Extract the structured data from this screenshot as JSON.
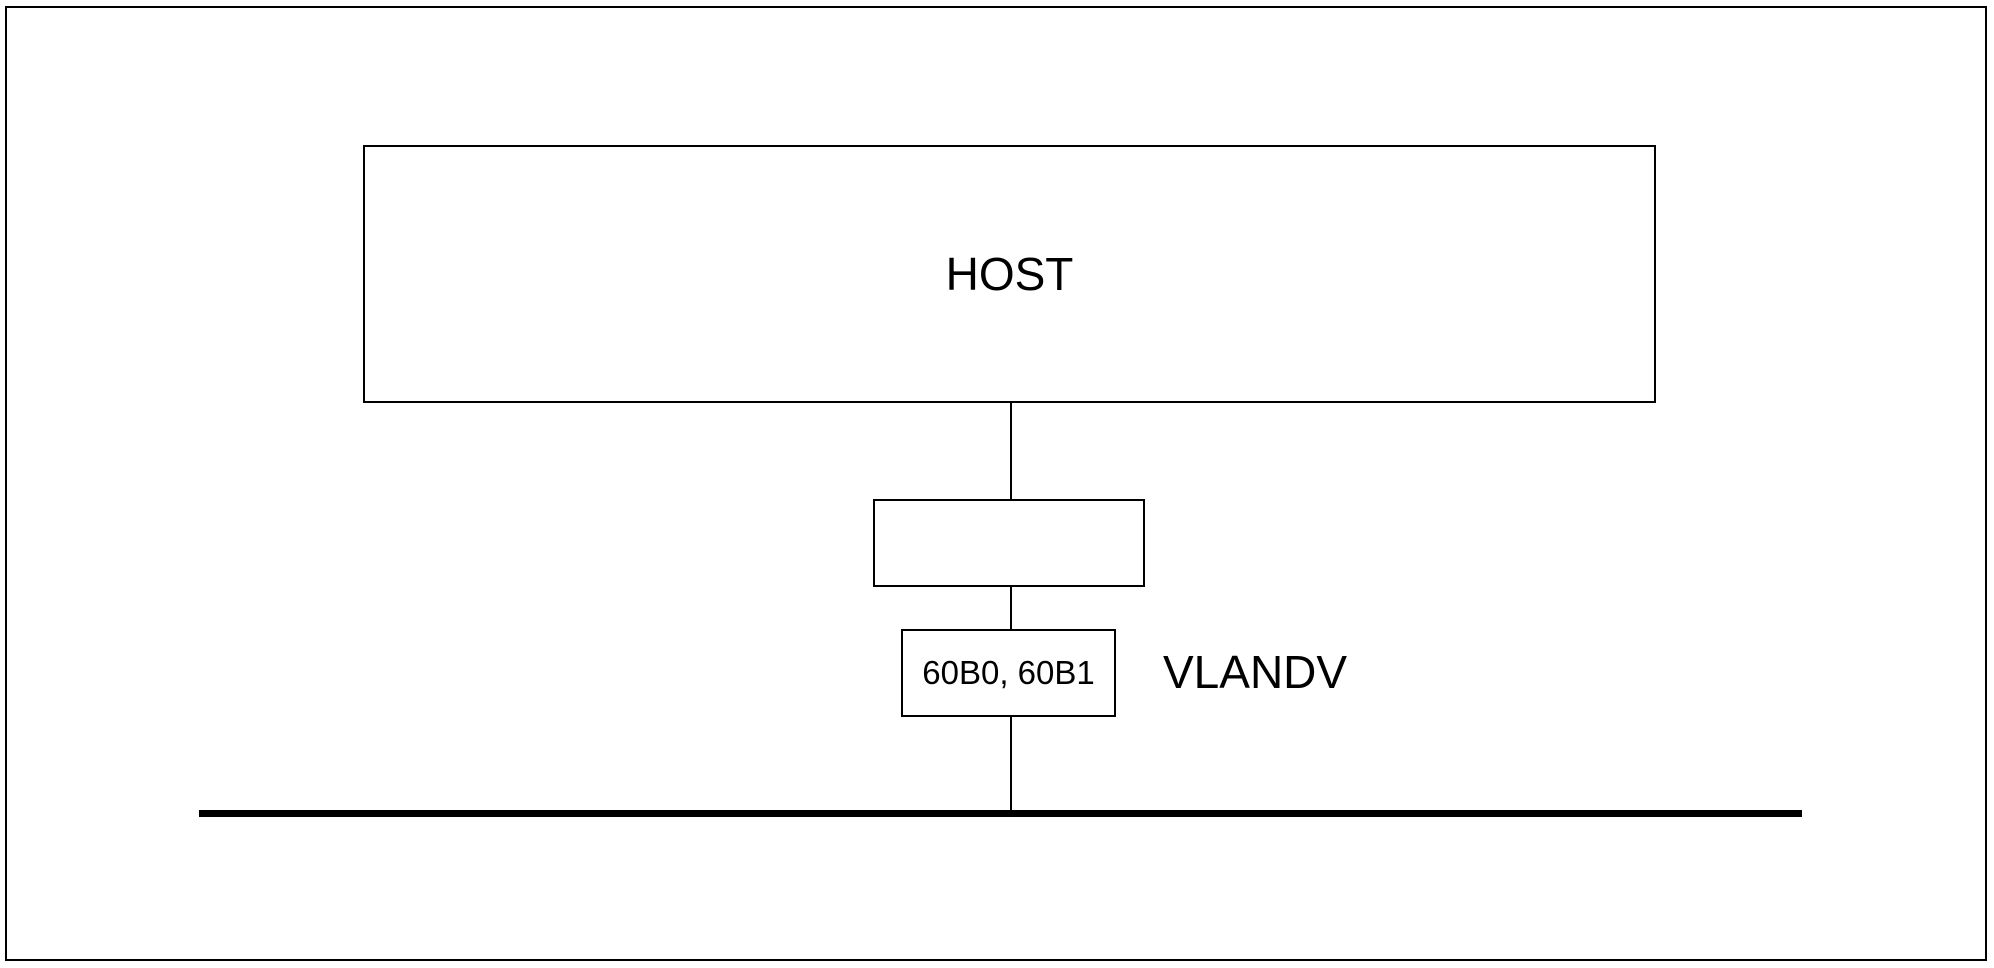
{
  "diagram": {
    "host_label": "HOST",
    "device_label": "60B0, 60B1",
    "vswitch_label": "VLANDV",
    "adapter_label": ""
  }
}
